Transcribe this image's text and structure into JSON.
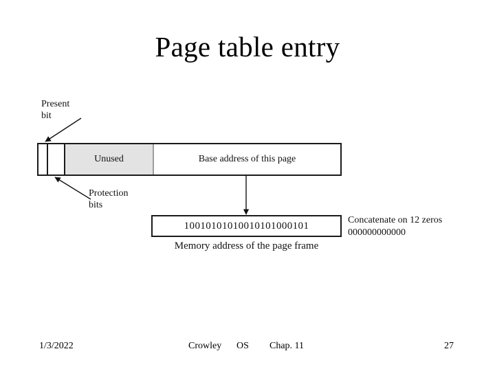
{
  "slide": {
    "title": "Page table entry",
    "background_color": "#ffffff"
  },
  "diagram": {
    "page_table_entry": {
      "cells": [
        {
          "label": "",
          "name": "present-bit-cell",
          "fill": "#ffffff"
        },
        {
          "label": "",
          "name": "protection-bits-cell",
          "fill": "#ffffff"
        },
        {
          "label": "Unused",
          "name": "unused-cell",
          "fill": "#e3e3e3"
        },
        {
          "label": "Base address of this page",
          "name": "base-address-cell",
          "fill": "#ffffff"
        }
      ]
    },
    "callouts": [
      {
        "text": "Present\nbit",
        "name": "present-bit-callout"
      },
      {
        "text": "Protection\nbits",
        "name": "protection-bits-callout"
      }
    ],
    "memory_address": {
      "bits": "10010101010010101000101",
      "caption": "Memory address of the page frame"
    },
    "concatenate_note": {
      "line1": "Concatenate on 12 zeros",
      "line2": "000000000000"
    }
  },
  "footer": {
    "date": "1/3/2022",
    "author": "Crowley",
    "course": "OS",
    "chapter": "Chap. 11",
    "page_number": "27"
  }
}
